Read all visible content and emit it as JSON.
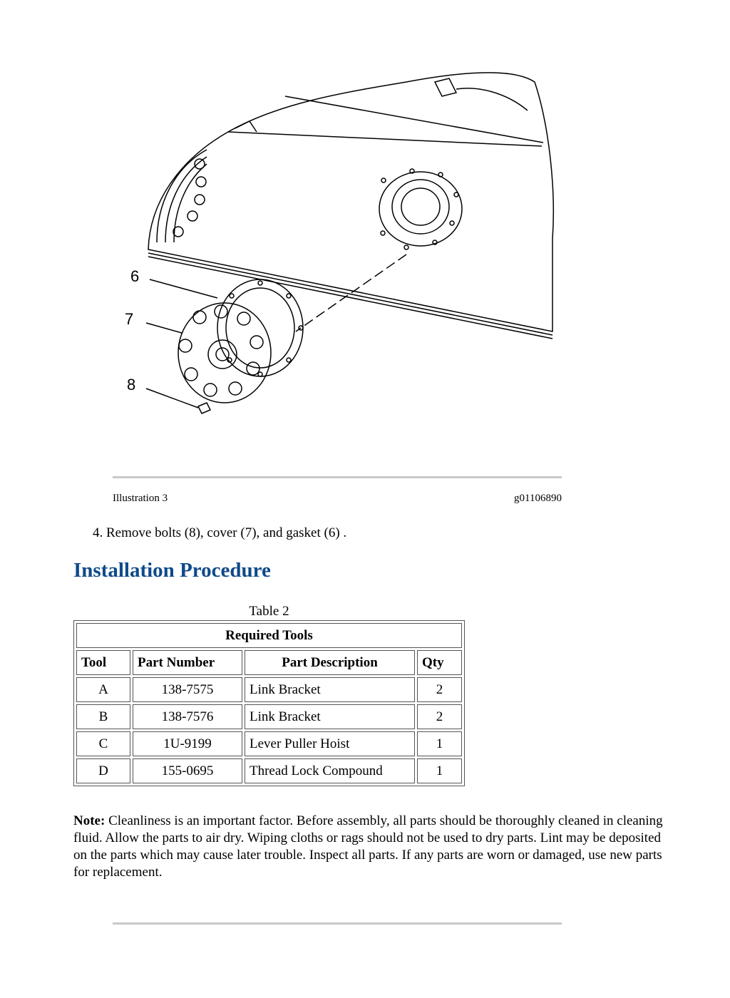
{
  "illustration": {
    "callouts": [
      "6",
      "7",
      "8"
    ],
    "caption_label": "Illustration 3",
    "caption_id": "g01106890"
  },
  "step": {
    "text": "4.  Remove bolts (8), cover (7), and gasket (6) ."
  },
  "section": {
    "title": "Installation Procedure"
  },
  "table": {
    "caption": "Table 2",
    "title": "Required Tools",
    "headers": [
      "Tool",
      "Part Number",
      "Part Description",
      "Qty"
    ],
    "rows": [
      [
        "A",
        "138-7575",
        "Link Bracket",
        "2"
      ],
      [
        "B",
        "138-7576",
        "Link Bracket",
        "2"
      ],
      [
        "C",
        "1U-9199",
        "Lever Puller Hoist",
        "1"
      ],
      [
        "D",
        "155-0695",
        "Thread Lock Compound",
        "1"
      ]
    ]
  },
  "note": {
    "label": "Note:",
    "text": " Cleanliness is an important factor. Before assembly, all parts should be thoroughly cleaned in cleaning fluid. Allow the parts to air dry. Wiping cloths or rags should not be used to dry parts. Lint may be deposited on the parts which may cause later trouble. Inspect all parts. If any parts are worn or damaged, use new parts for replacement."
  }
}
